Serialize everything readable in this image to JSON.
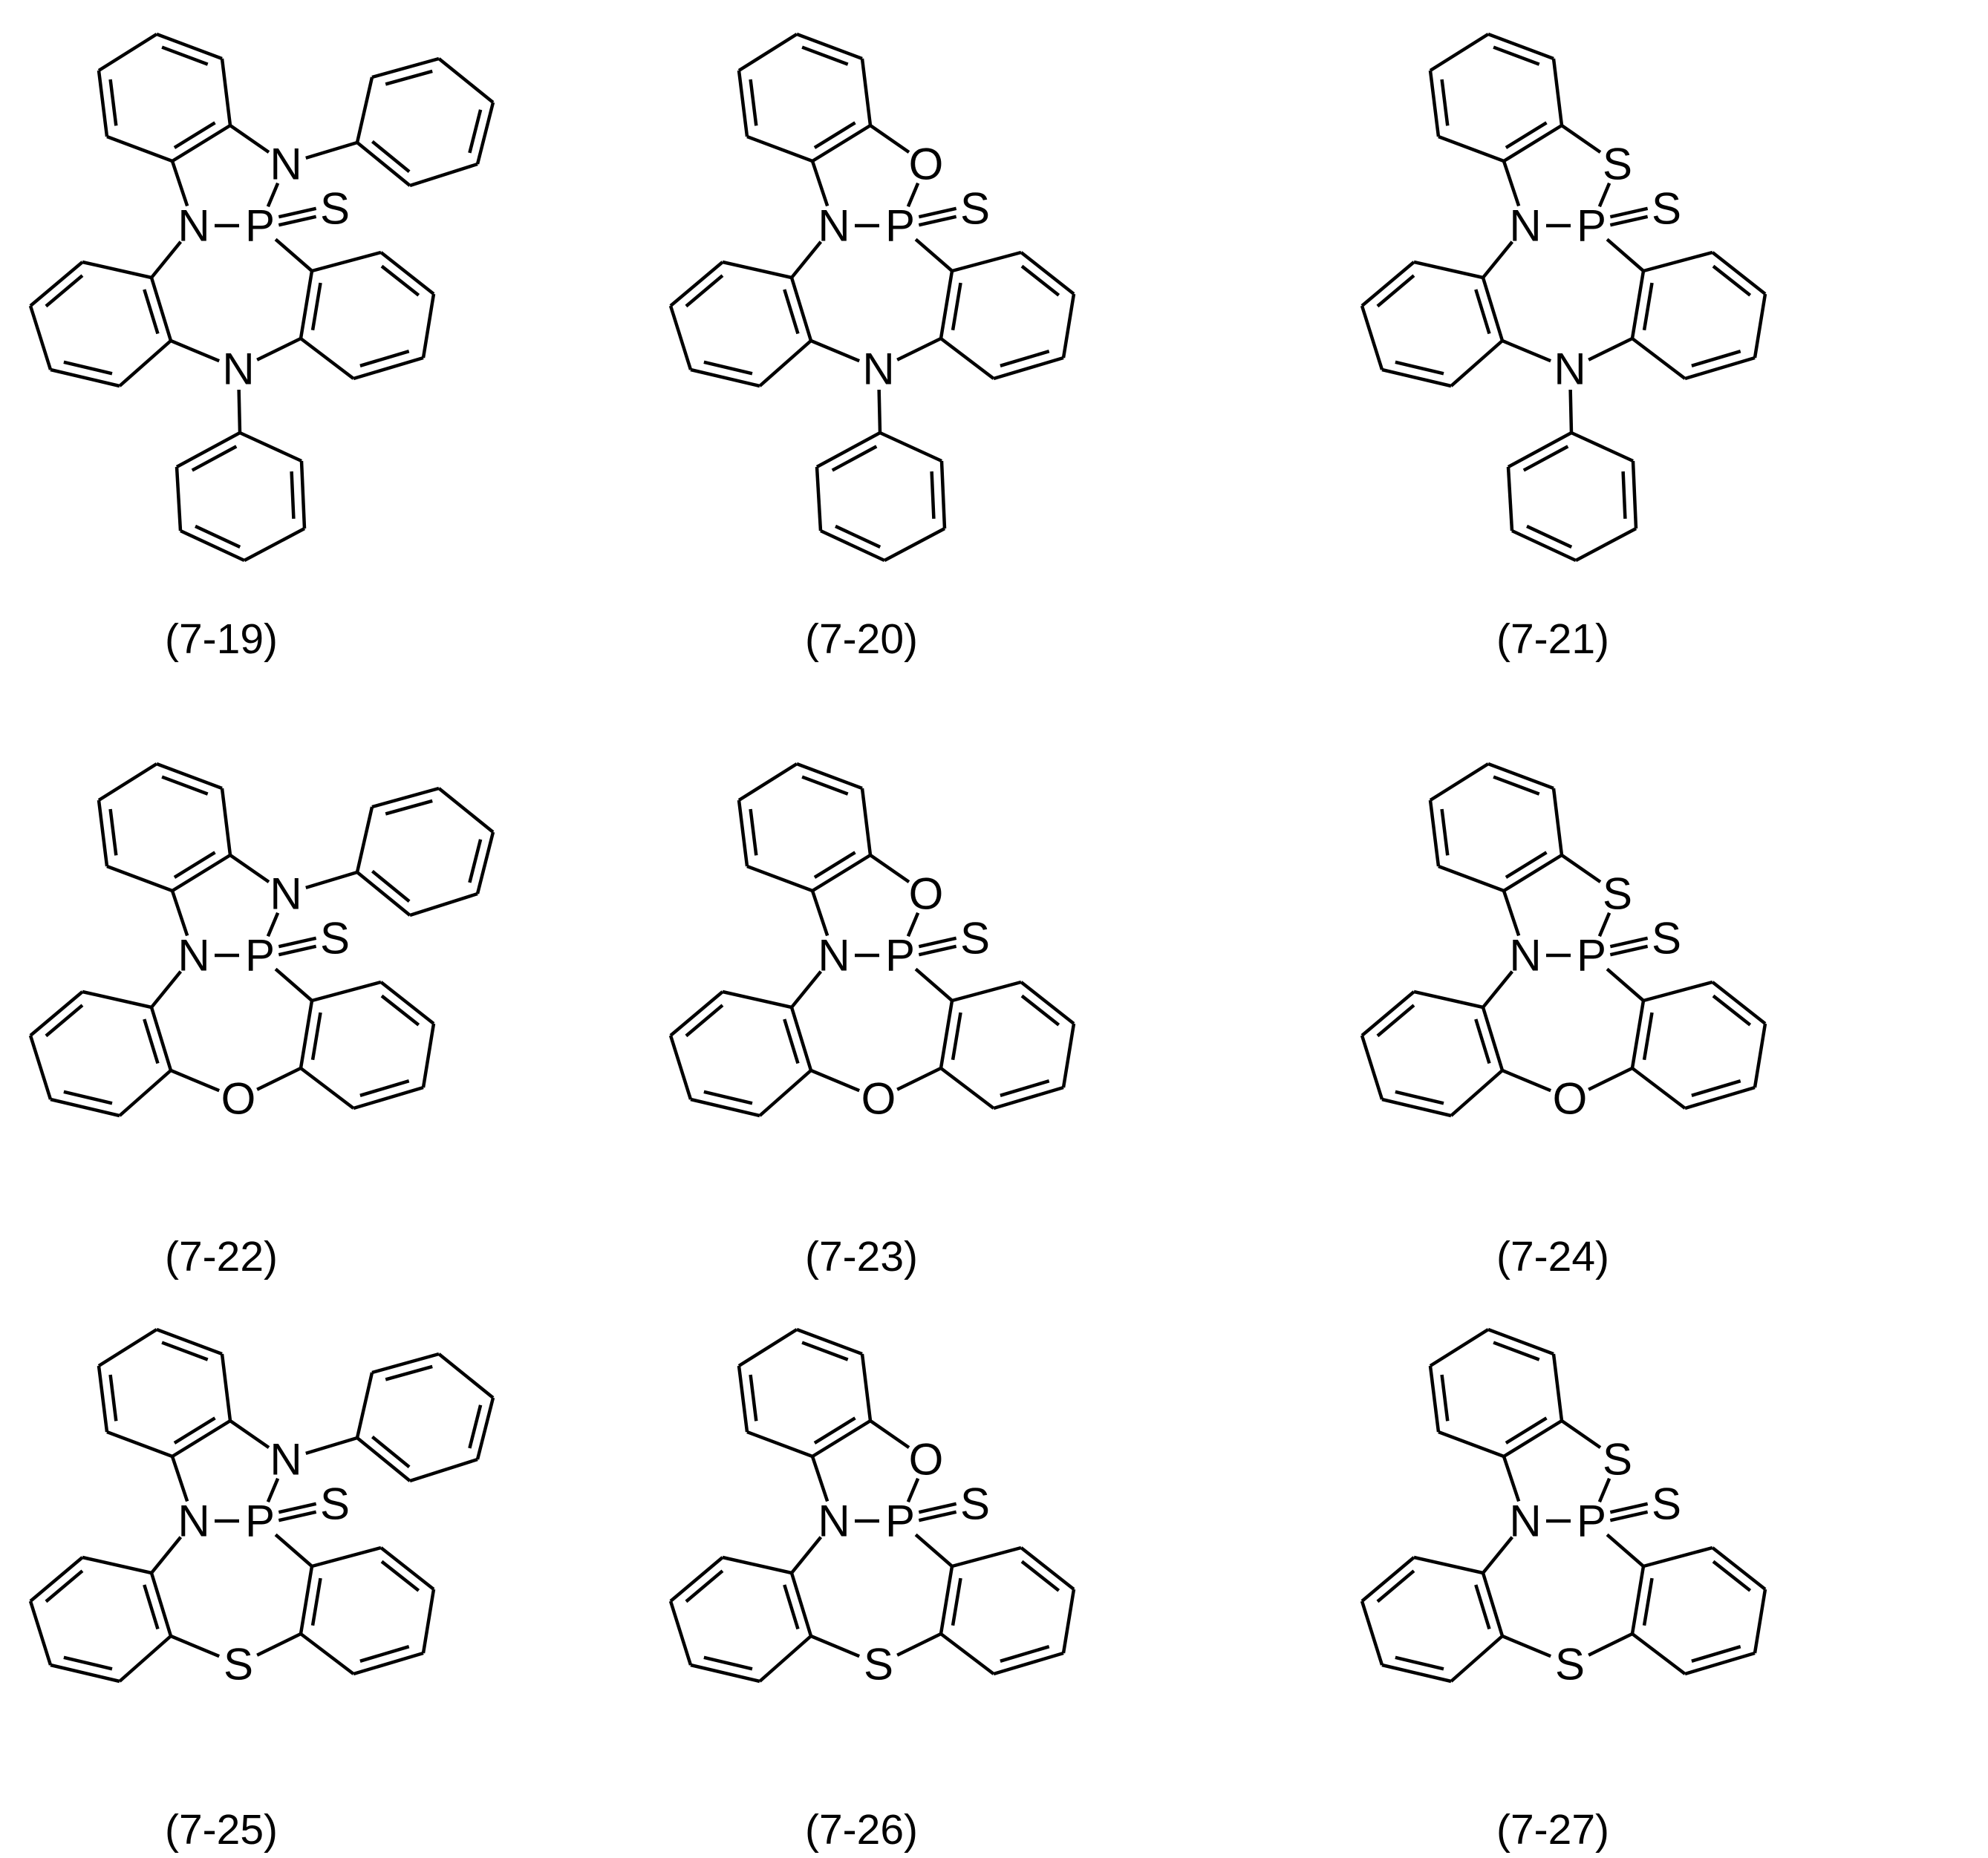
{
  "atoms": {
    "ring_n": "N",
    "phosphorus": "P",
    "sulfur_double": "S"
  },
  "compounds": [
    {
      "label": "(7-19)",
      "x_atom": "N",
      "x_phenyl": true,
      "y_atom": "N",
      "y_phenyl": true
    },
    {
      "label": "(7-20)",
      "x_atom": "O",
      "x_phenyl": false,
      "y_atom": "N",
      "y_phenyl": true
    },
    {
      "label": "(7-21)",
      "x_atom": "S",
      "x_phenyl": false,
      "y_atom": "N",
      "y_phenyl": true
    },
    {
      "label": "(7-22)",
      "x_atom": "N",
      "x_phenyl": true,
      "y_atom": "O",
      "y_phenyl": false
    },
    {
      "label": "(7-23)",
      "x_atom": "O",
      "x_phenyl": false,
      "y_atom": "O",
      "y_phenyl": false
    },
    {
      "label": "(7-24)",
      "x_atom": "S",
      "x_phenyl": false,
      "y_atom": "O",
      "y_phenyl": false
    },
    {
      "label": "(7-25)",
      "x_atom": "N",
      "x_phenyl": true,
      "y_atom": "S",
      "y_phenyl": false
    },
    {
      "label": "(7-26)",
      "x_atom": "O",
      "x_phenyl": false,
      "y_atom": "S",
      "y_phenyl": false
    },
    {
      "label": "(7-27)",
      "x_atom": "S",
      "x_phenyl": false,
      "y_atom": "S",
      "y_phenyl": false
    }
  ]
}
